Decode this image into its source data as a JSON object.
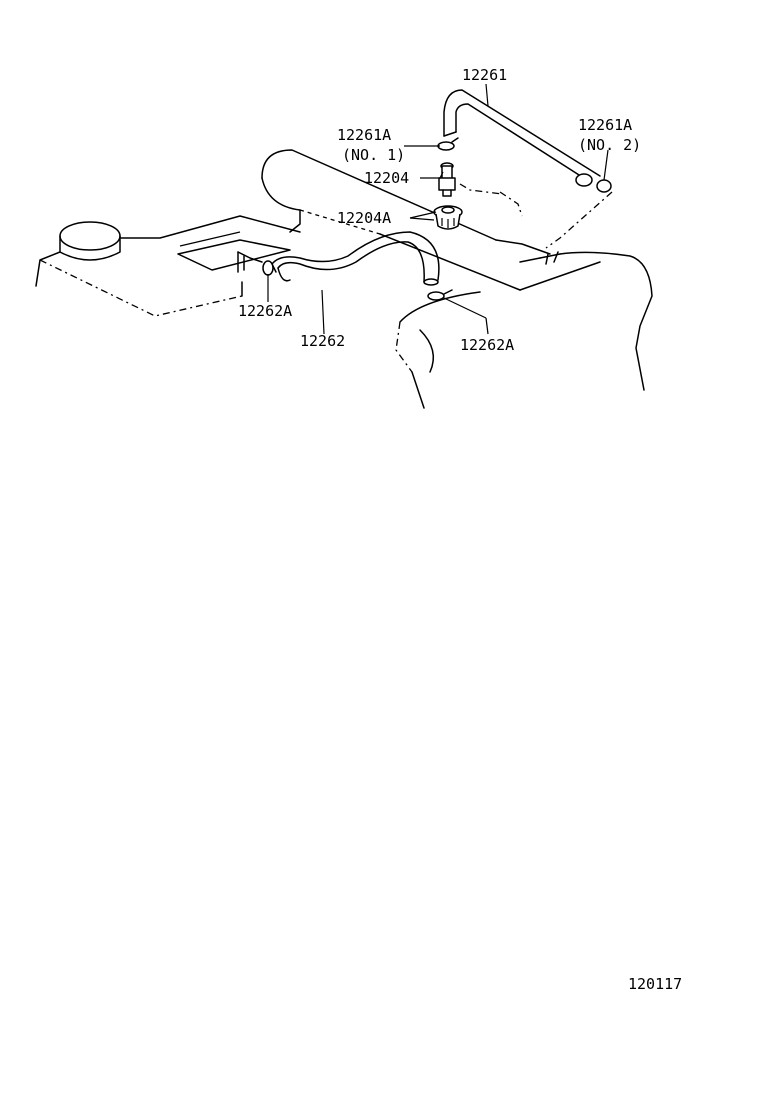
{
  "diagram": {
    "labels": {
      "hose_12261": "12261",
      "clamp_12261a_no1": "12261A",
      "clamp_12261a_no1_note": "(NO. 1)",
      "clamp_12261a_no2": "12261A",
      "clamp_12261a_no2_note": "(NO. 2)",
      "valve_12204": "12204",
      "grommet_12204a": "12204A",
      "clamp_12262a_left": "12262A",
      "hose_12262": "12262",
      "clamp_12262a_right": "12262A"
    },
    "figure_number": "120117"
  }
}
